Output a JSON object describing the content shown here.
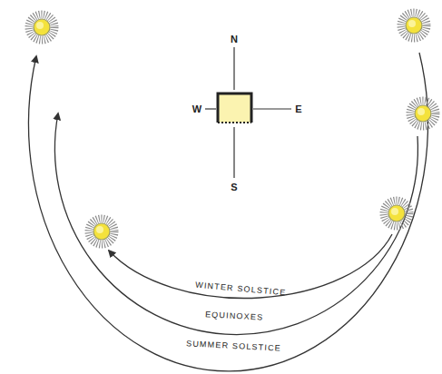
{
  "diagram": {
    "labels": [
      "N",
      "W",
      "E",
      "S",
      "WINTER SOLSTICE",
      "EQUINOXES",
      "SUMMER SOLSTICE"
    ]
  }
}
